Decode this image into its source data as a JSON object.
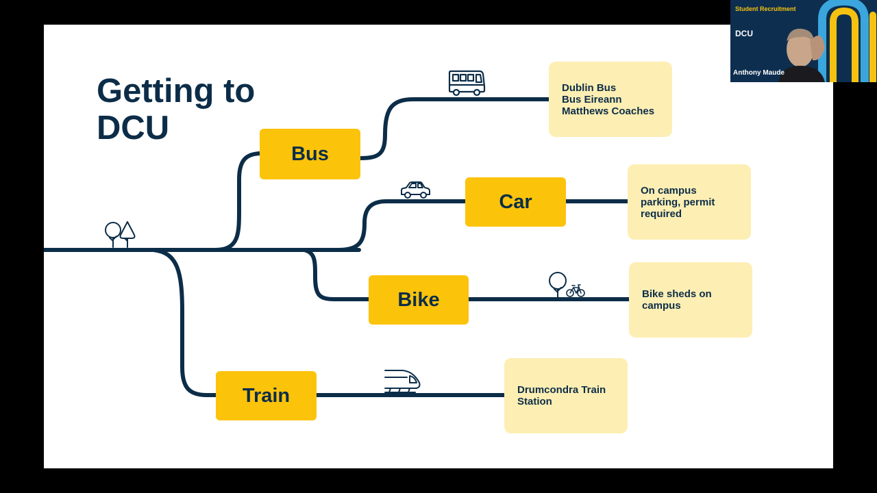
{
  "slide": {
    "title_line1": "Getting to",
    "title_line2": "DCU",
    "colors": {
      "route": "#0c2d48",
      "mode_box": "#fcc30b",
      "info_box": "#fdeeb3",
      "text": "#0c2d48"
    },
    "modes": {
      "bus": {
        "label": "Bus",
        "info": [
          "Dublin Bus",
          "Bus Eireann",
          "Matthews Coaches"
        ],
        "icon": "bus-icon"
      },
      "car": {
        "label": "Car",
        "info": [
          "On campus",
          "parking, permit",
          "required"
        ],
        "icon": "car-icon"
      },
      "bike": {
        "label": "Bike",
        "info": [
          "Bike sheds on",
          "campus"
        ],
        "icon": "bicycle-icon"
      },
      "train": {
        "label": "Train",
        "info": [
          "Drumcondra Train",
          "Station"
        ],
        "icon": "train-icon"
      }
    },
    "start_icon": "trees-icon",
    "bike_tree_icon": "tree-icon"
  },
  "webcam": {
    "header": "Student Recruitment",
    "logo": "DCU",
    "participant_name": "Anthony Maude",
    "colors": {
      "background": "#0d2e4f",
      "accent": "#f5c211"
    }
  }
}
